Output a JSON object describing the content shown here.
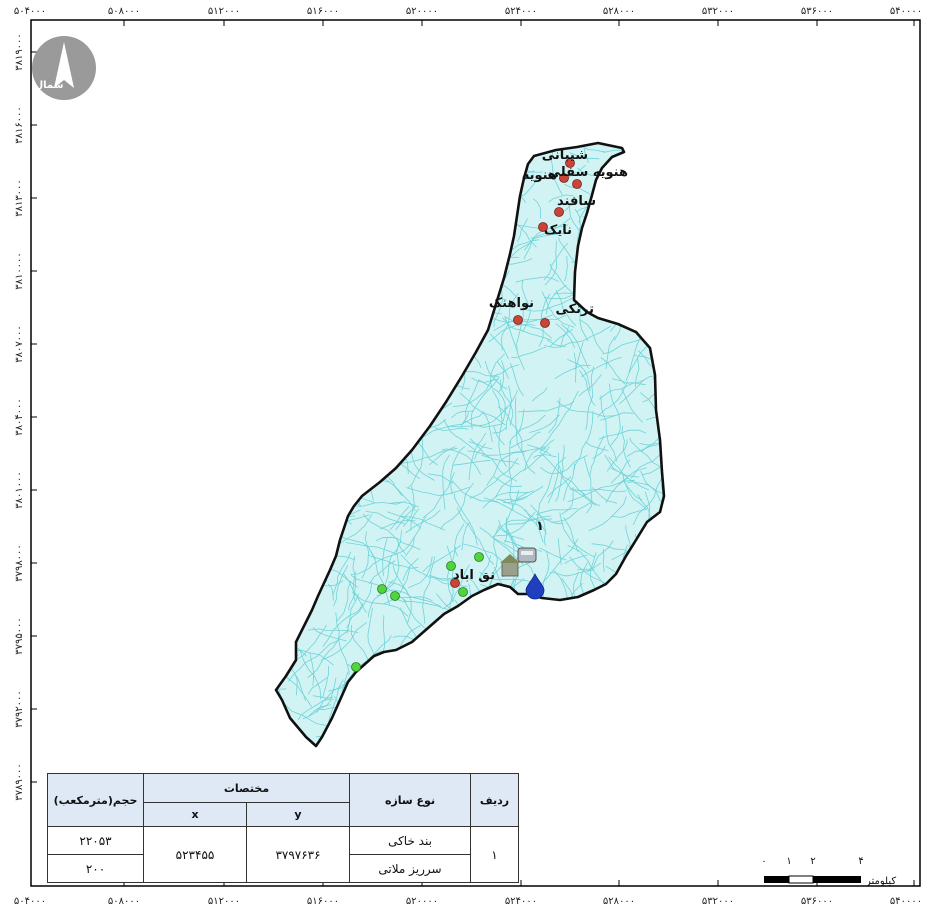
{
  "axes": {
    "x_ticks": [
      "۵۰۴۰۰۰",
      "۵۰۸۰۰۰",
      "۵۱۲۰۰۰",
      "۵۱۶۰۰۰",
      "۵۲۰۰۰۰",
      "۵۲۴۰۰۰",
      "۵۲۸۰۰۰",
      "۵۳۲۰۰۰",
      "۵۳۶۰۰۰",
      "۵۴۰۰۰۰"
    ],
    "y_ticks": [
      "۳۸۱۹۰۰۰",
      "۳۸۱۶۰۰۰",
      "۳۸۱۳۰۰۰",
      "۳۸۱۰۰۰۰",
      "۳۸۰۷۰۰۰",
      "۳۸۰۴۰۰۰",
      "۳۸۰۱۰۰۰",
      "۳۷۹۸۰۰۰",
      "۳۷۹۵۰۰۰",
      "۳۷۹۲۰۰۰",
      "۳۷۸۹۰۰۰"
    ]
  },
  "north_arrow": {
    "label": "شمال"
  },
  "places": [
    {
      "name": "شیبانی",
      "dot": "red"
    },
    {
      "name": "هنویه سفلی",
      "dot": "red"
    },
    {
      "name": "هنویه",
      "dot": "red"
    },
    {
      "name": "سافند",
      "dot": "red"
    },
    {
      "name": "نایک",
      "dot": "red"
    },
    {
      "name": "نواهنک",
      "dot": "red"
    },
    {
      "name": "ترنکی",
      "dot": "red"
    },
    {
      "name": "نق اباد",
      "dot": "red"
    }
  ],
  "structure_marker": {
    "number": "۱"
  },
  "scale_bar": {
    "ticks": [
      "۰",
      "۱",
      "۲",
      "۴"
    ],
    "unit": "کیلومتر"
  },
  "legend_table": {
    "headers": {
      "row": "ردیف",
      "type": "نوع سازه",
      "coords": "مختصات",
      "y": "y",
      "x": "x",
      "volume": "حجم(مترمکعب)"
    },
    "rows": [
      {
        "row": "۱",
        "type1": "بند خاکی",
        "type2": "سرریز ملاتی",
        "y": "۳۷۹۷۶۳۶",
        "x": "۵۲۳۴۵۵",
        "vol1": "۲۲۰۵۳",
        "vol2": "۲۰۰"
      }
    ]
  },
  "colors": {
    "basin_fill": "#d2f3f3",
    "drainage": "#6fd3d8",
    "boundary": "#111111",
    "village_dot": "#c9453a",
    "green_dot": "#4fd63c",
    "water_drop": "#1f3fbf"
  }
}
